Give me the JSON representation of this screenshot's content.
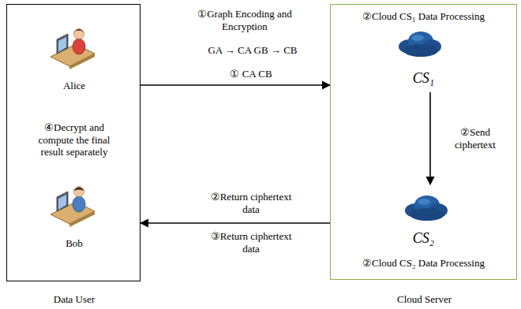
{
  "diagram": {
    "nodes": [
      {
        "text": [
          "Data User",
          "④Decrypt and compute the final result separately"
        ]
      },
      {
        "text": [
          "Alice"
        ],
        "in": 0
      },
      {
        "text": [
          "Bob"
        ],
        "in": 0
      },
      {
        "text": [
          "Cloud Server"
        ]
      },
      {
        "text": [
          "②Cloud CS₁ Data Processing",
          "CS₁"
        ],
        "in": 3
      },
      {
        "text": [
          "CS₂",
          "②Cloud CS₂ Data Processing"
        ],
        "in": 3
      }
    ],
    "edges": [
      {
        "from": 0,
        "to": 3,
        "arrow": "to",
        "label": "① CA CB"
      },
      {
        "from": 4,
        "to": 5,
        "arrow": "to",
        "label": "②Send ciphertext"
      },
      {
        "from": 3,
        "to": 0,
        "arrow": "to",
        "label": "②Return ciphertext data"
      }
    ],
    "labels": [
      "①Graph Encoding and Encryption",
      "GA → CA GB → CB",
      "③Return ciphertext data"
    ]
  }
}
